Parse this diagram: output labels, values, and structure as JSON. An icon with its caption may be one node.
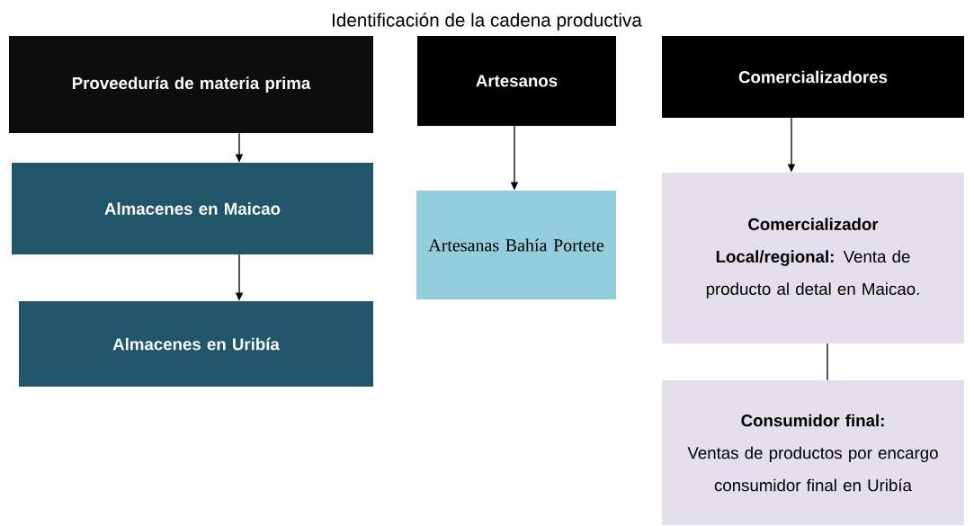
{
  "diagram": {
    "title": "Identificación de la cadena productiva",
    "nodes": [
      {
        "text": [
          "Proveeduría de materia prima"
        ]
      },
      {
        "text": [
          "Artesanos"
        ]
      },
      {
        "text": [
          "Comercializadores"
        ]
      },
      {
        "text": [
          "Almacenes en Maicao"
        ]
      },
      {
        "text": [
          "Almacenes en Uribía"
        ]
      },
      {
        "text": [
          "Artesanas Bahía Portete"
        ]
      },
      {
        "text": [
          "**Comercializador Local/regional:** Venta de producto al detal en Maicao."
        ]
      },
      {
        "text": [
          "Consumidor final:",
          "Ventas de productos por encargo consumidor final en Uribía"
        ]
      }
    ],
    "edges": [
      {
        "from": 0,
        "to": 3,
        "arrow": "to"
      },
      {
        "from": 3,
        "to": 4,
        "arrow": "to"
      },
      {
        "from": 1,
        "to": 5,
        "arrow": "to"
      },
      {
        "from": 2,
        "to": 6,
        "arrow": "to"
      },
      {
        "from": 6,
        "to": 7,
        "arrow": "none"
      }
    ]
  }
}
